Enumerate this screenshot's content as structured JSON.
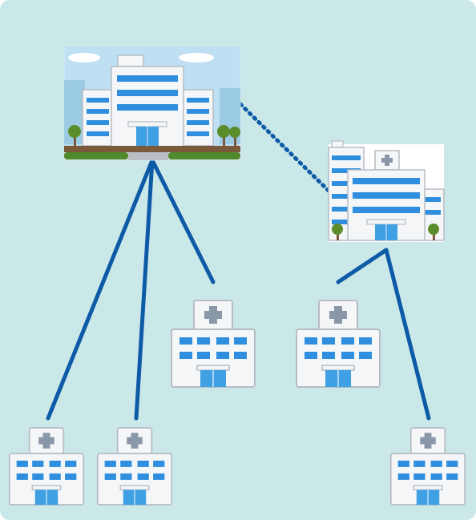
{
  "diagram": {
    "kind": "hospital-network",
    "nodes": [
      {
        "id": "main-hospital",
        "role": "central hospital"
      },
      {
        "id": "regional-hospital",
        "role": "partner hospital"
      },
      {
        "id": "clinic-1",
        "role": "clinic"
      },
      {
        "id": "clinic-2",
        "role": "clinic"
      },
      {
        "id": "clinic-3",
        "role": "clinic"
      },
      {
        "id": "clinic-4",
        "role": "clinic"
      },
      {
        "id": "clinic-5",
        "role": "clinic"
      }
    ],
    "links": [
      {
        "from": "main-hospital",
        "to": "clinic-1",
        "style": "solid"
      },
      {
        "from": "main-hospital",
        "to": "clinic-2",
        "style": "solid"
      },
      {
        "from": "main-hospital",
        "to": "clinic-3",
        "style": "solid"
      },
      {
        "from": "main-hospital",
        "to": "regional-hospital",
        "style": "dotted"
      },
      {
        "from": "regional-hospital",
        "to": "clinic-4",
        "style": "solid"
      },
      {
        "from": "regional-hospital",
        "to": "clinic-5",
        "style": "solid"
      }
    ]
  },
  "colors": {
    "background": "#cbe8e9",
    "link": "#0d5aa7",
    "building": "#f4f6f8",
    "building_outline": "#b7bcc4",
    "window": "#2f8fde",
    "cross": "#8a97a8",
    "door": "#3fa0e4",
    "sky": "#bfe0f2",
    "tree": "#5b8c2a",
    "ground": "#7a5a3a"
  }
}
